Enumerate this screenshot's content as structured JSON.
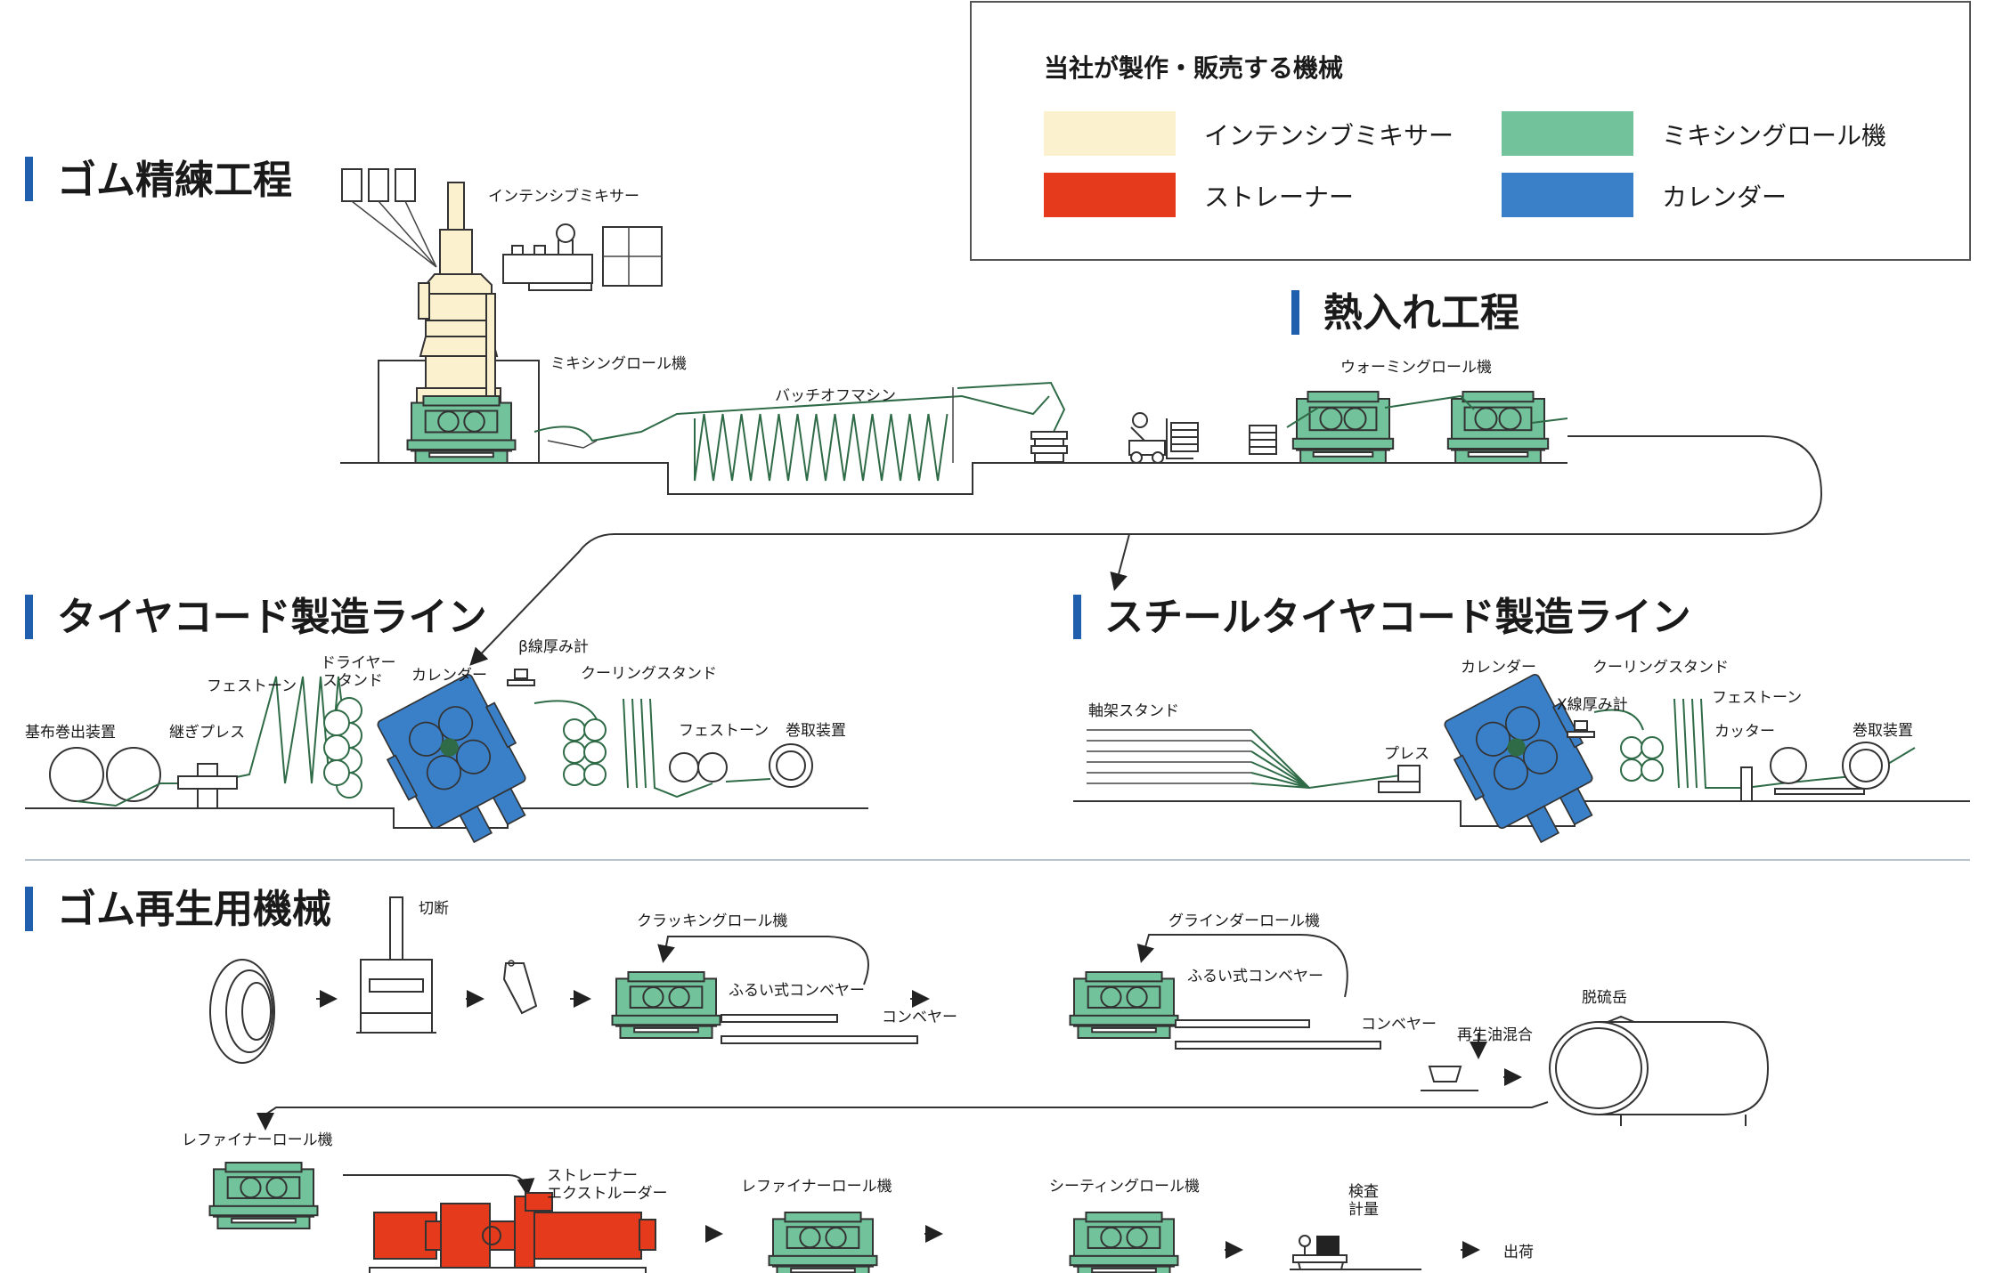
{
  "legend": {
    "title": "当社が製作・販売する機械",
    "items": [
      {
        "label": "インテンシブミキサー",
        "color": "#fbf1cf"
      },
      {
        "label": "ミキシングロール機",
        "color": "#72c39b"
      },
      {
        "label": "ストレーナー",
        "color": "#e63a1c"
      },
      {
        "label": "カレンダー",
        "color": "#3a80c9"
      }
    ]
  },
  "colors": {
    "accent_bar": "#1f5fae",
    "mixer": "#fbf1cf",
    "roll": "#72c39b",
    "strainer": "#e63a1c",
    "calender": "#3a80c9"
  },
  "sections": {
    "refining": "ゴム精練工程",
    "warming": "熱入れ工程",
    "tire_cord": "タイヤコード製造ライン",
    "steel_cord": "スチールタイヤコード製造ライン",
    "reclaim": "ゴム再生用機械"
  },
  "labels": {
    "intensive_mixer": "インテンシブミキサー",
    "mixing_roll": "ミキシングロール機",
    "batch_off": "バッチオフマシン",
    "warming_roll": "ウォーミングロール機",
    "festoon": "フェストーン",
    "dryer_stand": "ドライヤー\nスタンド",
    "calender": "カレンダー",
    "beta_gauge": "β線厚み計",
    "cooling_stand": "クーリングスタンド",
    "cloth_unwind": "基布巻出装置",
    "splice_press": "継ぎプレス",
    "festoon2": "フェストーン",
    "winder": "巻取装置",
    "calender2": "カレンダー",
    "cooling_stand2": "クーリングスタンド",
    "x_gauge": "X線厚み計",
    "festoon3": "フェストーン",
    "creel": "軸架スタンド",
    "press": "プレス",
    "cutter": "カッター",
    "winder2": "巻取装置",
    "cutting": "切断",
    "cracking_roll": "クラッキングロール機",
    "shaker1": "ふるい式コンベヤー",
    "conveyor1": "コンベヤー",
    "grinder_roll": "グラインダーロール機",
    "shaker2": "ふるい式コンベヤー",
    "conveyor2": "コンベヤー",
    "oil_mix": "再生油混合",
    "devulcanizer": "脱硫岳",
    "refiner_roll1": "レファイナーロール機",
    "strainer_extruder": "ストレーナー\nエクストルーダー",
    "refiner_roll2": "レファイナーロール機",
    "sheeting_roll": "シーティングロール機",
    "inspection": "検査\n計量",
    "shipping": "出荷"
  }
}
